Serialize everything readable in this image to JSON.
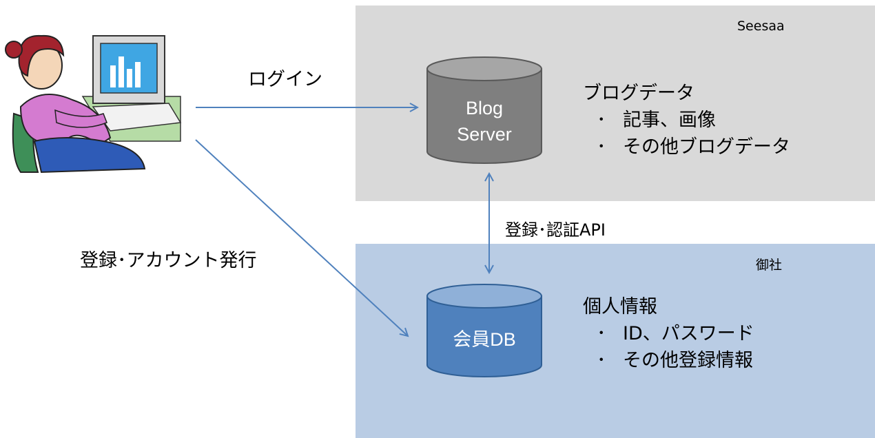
{
  "zones": {
    "top_label": "Seesaa",
    "bottom_label": "御社"
  },
  "blog_server": {
    "label_line1": "Blog",
    "label_line2": "Server",
    "heading": "ブログデータ",
    "bullets": [
      "記事、画像",
      "その他ブログデータ"
    ]
  },
  "member_db": {
    "label": "会員DB",
    "heading": "個人情報",
    "bullets": [
      "ID、パスワード",
      "その他登録情報"
    ]
  },
  "arrows": {
    "login": "ログイン",
    "register": "登録･アカウント発行",
    "api": "登録･認証API"
  },
  "bullet_symbol": "･",
  "colors": {
    "top_zone": "#d9d9d9",
    "bottom_zone": "#b9cce4",
    "blog_cylinder": "#7f7f7f",
    "member_cylinder": "#4f81bd",
    "arrow": "#4f81bd"
  }
}
